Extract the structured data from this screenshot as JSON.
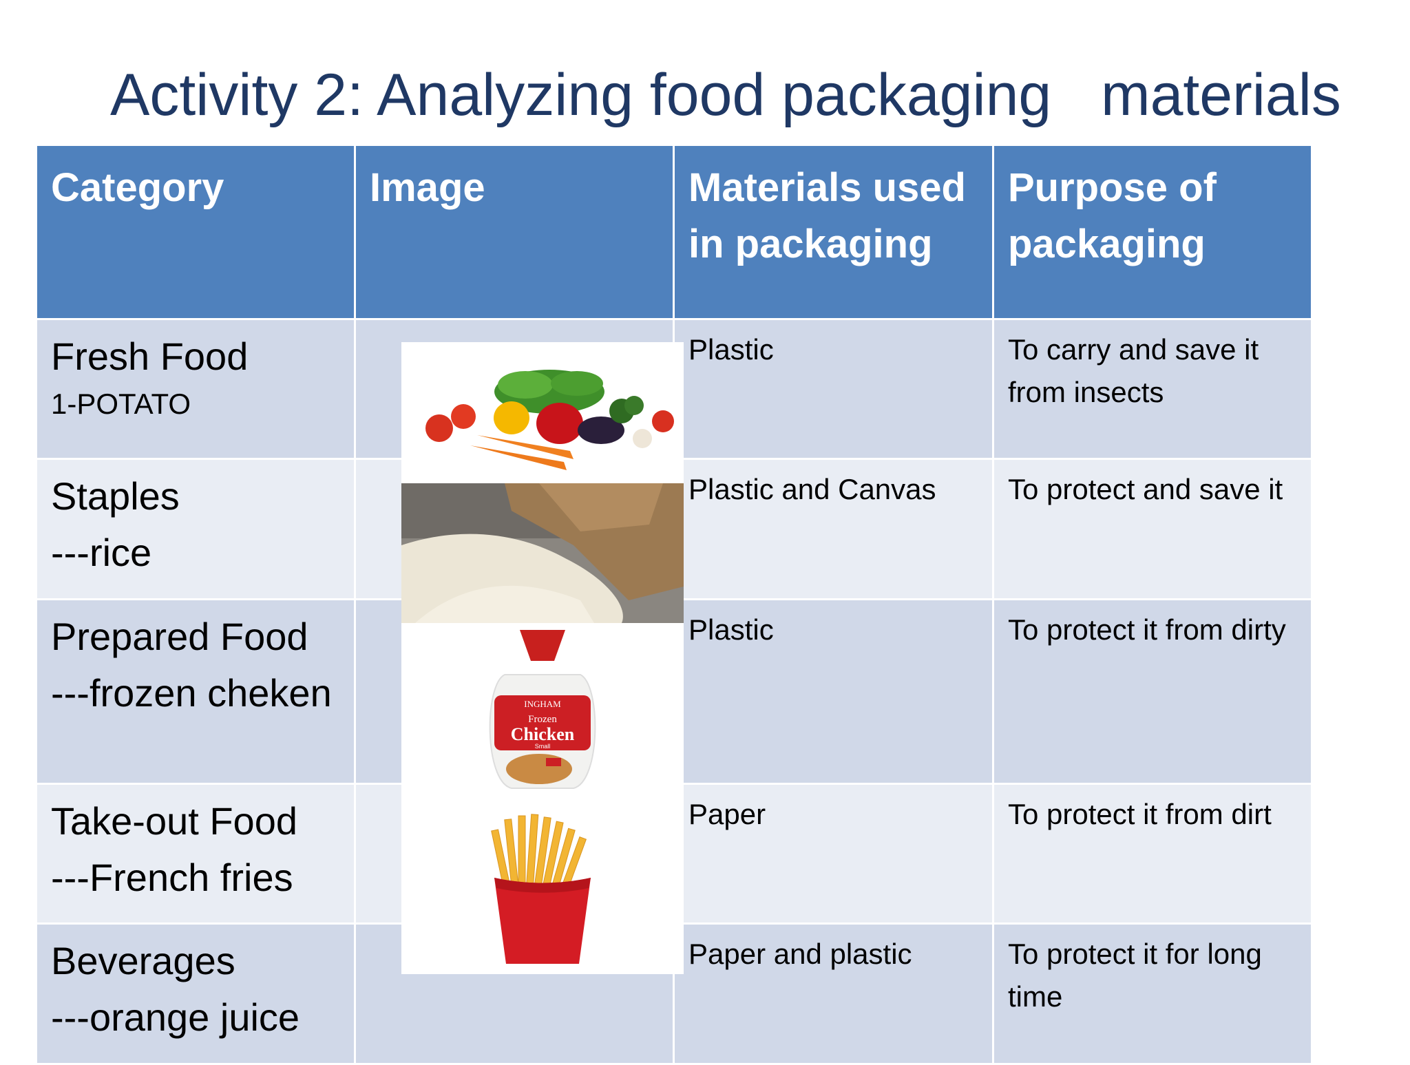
{
  "title": "Activity 2: Analyzing food packaging   materials",
  "headers": {
    "category": "Category",
    "image": "Image",
    "materials": "Materials used in packaging",
    "purpose": "Purpose of packaging"
  },
  "rows": [
    {
      "category": "Fresh Food",
      "category_sub": "1-POTATO",
      "materials": "Plastic",
      "purpose": "To carry and save it from insects"
    },
    {
      "category": "Staples",
      "category_sub": "---rice",
      "materials": "Plastic and Canvas",
      "purpose": "To protect and save it"
    },
    {
      "category": "Prepared Food",
      "category_sub": "---frozen cheken",
      "materials": "Plastic",
      "purpose": "To protect it from dirty"
    },
    {
      "category": "Take-out Food",
      "category_sub": "---French fries",
      "materials": "Paper",
      "purpose": "To protect it from dirt"
    },
    {
      "category": "Beverages",
      "category_sub": "---orange juice",
      "materials": "Paper and plastic",
      "purpose": "To protect it for long time"
    }
  ],
  "images": {
    "chicken_bag_brand": "INGHAM",
    "chicken_bag_line1": "Frozen",
    "chicken_bag_line2": "Chicken",
    "chicken_bag_size": "Small"
  },
  "colors": {
    "header_bg": "#4f81bd",
    "row_dark": "#d0d8e8",
    "row_light": "#e9edf4",
    "title": "#1f3864"
  }
}
